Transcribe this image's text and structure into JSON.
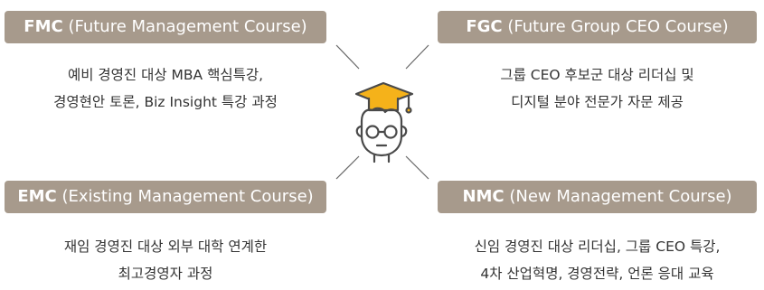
{
  "courses": [
    {
      "abbr": "FMC",
      "full": "(Future Management Course)",
      "lines": [
        "예비 경영진 대상 MBA 핵심특강,",
        "경영현안 토론, Biz Insight 특강 과정"
      ]
    },
    {
      "abbr": "FGC",
      "full": "(Future Group CEO Course)",
      "lines": [
        "그룹 CEO 후보군 대상 리더십 및",
        "디지털 분야 전문가 자문 제공"
      ]
    },
    {
      "abbr": "EMC",
      "full": "(Existing Management Course)",
      "lines": [
        "재임 경영진 대상 외부 대학 연계한",
        "최고경영자 과정"
      ]
    },
    {
      "abbr": "NMC",
      "full": "(New Management Course)",
      "lines": [
        "신임 경영진 대상 리더십, 그룹 CEO 특강,",
        "4차 산업혁명, 경영전략, 언론 응대 교육"
      ]
    }
  ],
  "colors": {
    "pill_bg": "#a79a8c",
    "pill_text": "#ffffff",
    "body_text": "#333333",
    "icon_stroke": "#4a4a4a",
    "cap_accent": "#f5b21a",
    "connector": "#666666"
  },
  "icon": "graduate-student-icon"
}
